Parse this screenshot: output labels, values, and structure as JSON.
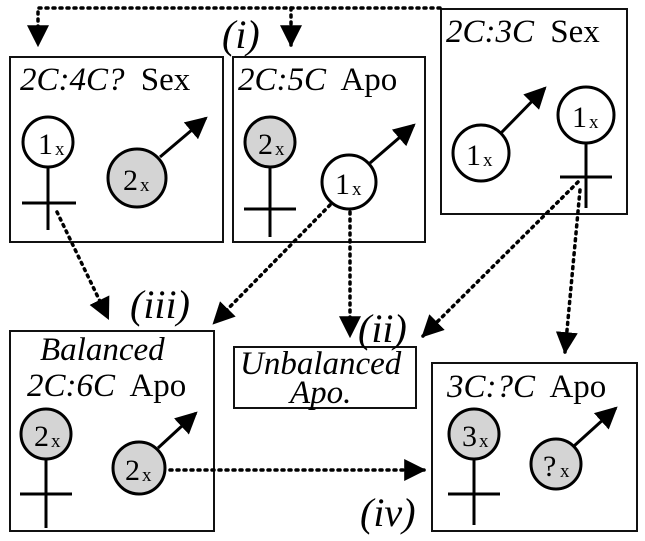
{
  "colors": {
    "female_fill": "#d4d4d4",
    "male_fill_plain": "#ffffff",
    "male_fill_grey": "#d4d4d4",
    "line": "#000000"
  },
  "boxes": {
    "box_2c4c": {
      "italic": "2C:4C?",
      "plain": "Sex",
      "female_num": "1",
      "male_num": "2",
      "sub": "x"
    },
    "box_2c5c": {
      "italic": "2C:5C",
      "plain": "Apo",
      "female_num": "2",
      "male_num": "1",
      "sub": "x"
    },
    "box_2c3c": {
      "italic": "2C:3C",
      "plain": "Sex",
      "female_num": "1",
      "male_num": "1",
      "sub": "x"
    },
    "box_2c6c": {
      "top": "Balanced",
      "italic": "2C:6C",
      "plain": "Apo",
      "female_num": "2",
      "male_num": "2",
      "sub": "x"
    },
    "box_unbal": {
      "line1": "Unbalanced",
      "line2": "Apo."
    },
    "box_3c": {
      "italic": "3C:?C",
      "plain": "Apo",
      "female_num": "3",
      "male_num": "?",
      "sub": "x"
    }
  },
  "labels": {
    "i": "(i)",
    "ii": "(ii)",
    "iii": "(iii)",
    "iv": "(iv)"
  },
  "icons": {
    "female": "venus-symbol",
    "male": "mars-symbol",
    "arrow_head": "triangle-arrowhead"
  }
}
